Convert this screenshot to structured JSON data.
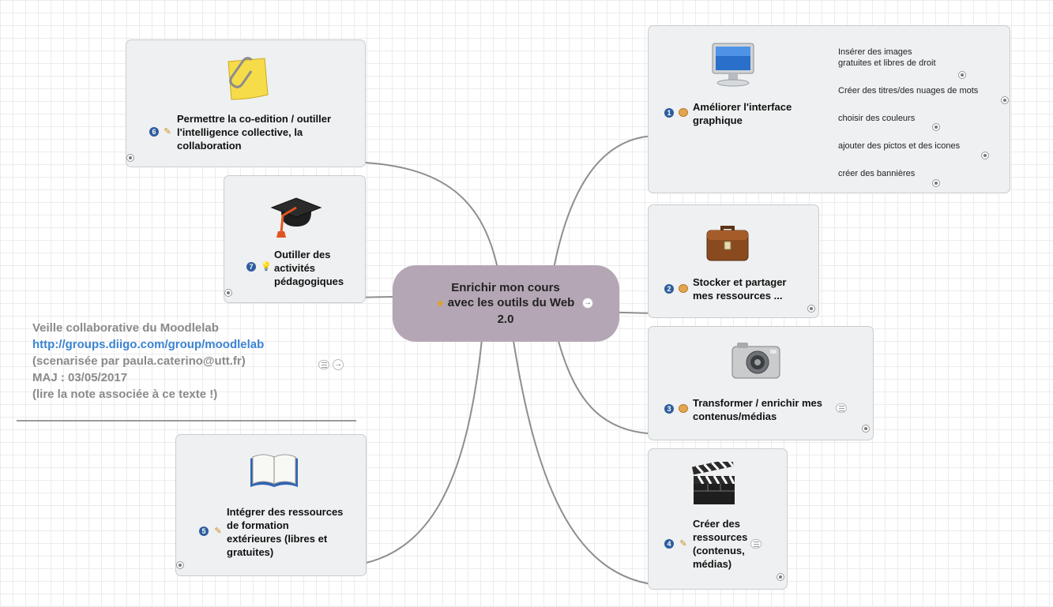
{
  "central": {
    "line1": "Enrichir mon cours",
    "line2": "avec les outils du Web",
    "line3": "2.0",
    "marker": "star-icon"
  },
  "annotation": {
    "line1": "Veille collaborative du Moodlelab",
    "url": "http://groups.diigo.com/group/moodlelab",
    "line3": "(scenarisée par paula.caterino@utt.fr)",
    "line4": "MAJ : 03/05/2017",
    "line5": "(lire la note associée à ce texte !)"
  },
  "topics": [
    {
      "number": "1",
      "marker": "palette-icon",
      "image": "monitor-icon",
      "lines": [
        "Améliorer l'interface",
        "graphique"
      ],
      "subtopics": [
        {
          "lines": [
            "Insérer des images",
            "gratuites et libres de droit"
          ]
        },
        {
          "lines": [
            "Créer des titres/des nuages de mots"
          ]
        },
        {
          "lines": [
            "choisir des couleurs"
          ]
        },
        {
          "lines": [
            "ajouter des pictos et des icones"
          ]
        },
        {
          "lines": [
            "créer des bannières"
          ]
        }
      ]
    },
    {
      "number": "2",
      "marker": "palette-icon",
      "image": "briefcase-icon",
      "lines": [
        "Stocker et partager",
        "mes ressources ..."
      ]
    },
    {
      "number": "3",
      "marker": "palette-icon",
      "image": "camera-icon",
      "lines": [
        "Transformer / enrichir mes",
        "contenus/médias"
      ]
    },
    {
      "number": "4",
      "marker": "pencil-icon",
      "image": "clapperboard-icon",
      "lines": [
        "Créer des",
        "ressources",
        "(contenus,",
        "médias)"
      ]
    },
    {
      "number": "5",
      "marker": "pencil-icon",
      "image": "book-icon",
      "lines": [
        "Intégrer des ressources",
        "de formation",
        "extérieures (libres et",
        "gratuites)"
      ]
    },
    {
      "number": "6",
      "marker": "pencil-icon",
      "image": "sticky-note-icon",
      "lines": [
        "Permettre la co-edition / outiller",
        "l'intelligence collective, la",
        "collaboration"
      ]
    },
    {
      "number": "7",
      "marker": "bulb-icon",
      "image": "graduation-cap-icon",
      "lines": [
        "Outiller des",
        "activités",
        "pédagogiques"
      ]
    }
  ],
  "colors": {
    "central_fill": "#b4a6b4",
    "node_fill": "#eef0f1",
    "number_badge": "#2e5d9e",
    "link": "#3a83d3",
    "annotation_text": "#8a8a8a",
    "connector": "#8e8e8e"
  }
}
